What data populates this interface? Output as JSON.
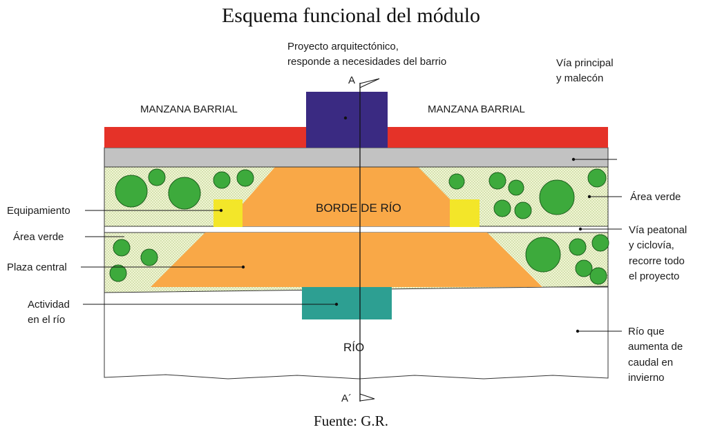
{
  "title": "Esquema funcional del módulo",
  "source": "Fuente: G.R.",
  "labels": {
    "proyecto_line1": "Proyecto arquitectónico,",
    "proyecto_line2": "responde a necesidades del barrio",
    "section_a": "A",
    "section_a_prime": "A´",
    "manzana_left": "MANZANA BARRIAL",
    "manzana_right": "MANZANA BARRIAL",
    "via_principal_line1": "Vía principal",
    "via_principal_line2": "y malecón",
    "borde_rio": "BORDE DE RÍO",
    "area_verde_right": "Área verde",
    "equipamiento": "Equipamiento",
    "area_verde_left": "Área verde",
    "via_peatonal_line1": "Vía peatonal",
    "via_peatonal_line2": "y ciclovía,",
    "via_peatonal_line3": "recorre todo",
    "via_peatonal_line4": "el proyecto",
    "plaza_central": "Plaza central",
    "actividad_line1": "Actividad",
    "actividad_line2": "en el río",
    "rio": "RÍO",
    "rio_caudal_line1": "Río que",
    "rio_caudal_line2": "aumenta de",
    "rio_caudal_line3": "caudal en",
    "rio_caudal_line4": "invierno"
  },
  "colors": {
    "manzana": "#e53228",
    "proyecto": "#3a2a82",
    "via": "#c2c2c2",
    "plaza": "#f9a847",
    "equipamiento": "#f3e629",
    "arbol": "#3daa3c",
    "actividad": "#2d9f92",
    "verde_fondo": "#f1f5d4"
  }
}
